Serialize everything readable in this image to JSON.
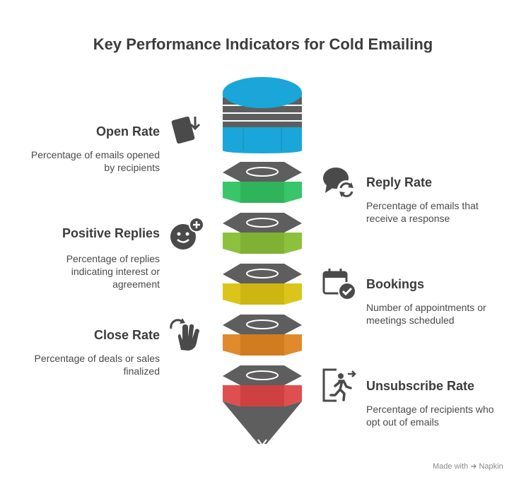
{
  "title": "Key Performance Indicators for Cold Emailing",
  "colors": {
    "dark": "#5e5e5e",
    "cyan": "#1aa6d9",
    "green": "#39c56a",
    "lime": "#8cc13d",
    "yellow": "#dcc51a",
    "orange": "#e08a2c",
    "red": "#df4f4f"
  },
  "items": [
    {
      "label": "Open Rate",
      "description_lines": [
        "Percentage of emails opened",
        "by recipients"
      ],
      "icon": "document-download-icon"
    },
    {
      "label": "Reply Rate",
      "description_lines": [
        "Percentage of emails that",
        "receive a response"
      ],
      "icon": "chat-refresh-icon"
    },
    {
      "label": "Positive Replies",
      "description_lines": [
        "Percentage of replies",
        "indicating interest or",
        "agreement"
      ],
      "icon": "smiley-plus-icon"
    },
    {
      "label": "Bookings",
      "description_lines": [
        "Number of appointments or",
        "meetings scheduled"
      ],
      "icon": "calendar-check-icon"
    },
    {
      "label": "Close Rate",
      "description_lines": [
        "Percentage of deals or sales",
        "finalized"
      ],
      "icon": "waving-hand-icon"
    },
    {
      "label": "Unsubscribe Rate",
      "description_lines": [
        "Percentage of recipients who",
        "opt out of emails"
      ],
      "icon": "exit-person-icon"
    }
  ],
  "footer": {
    "made_with": "Made with",
    "brand": "Napkin"
  }
}
